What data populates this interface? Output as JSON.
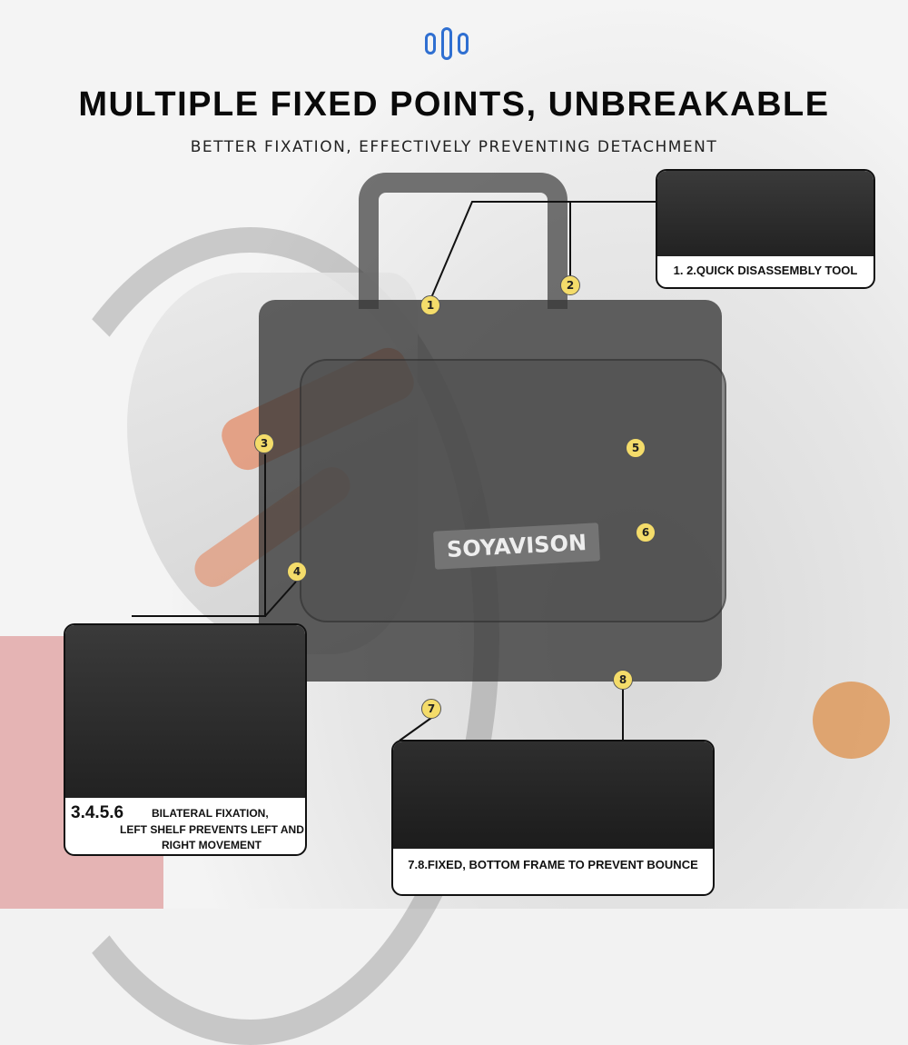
{
  "header": {
    "title": "MULTIPLE FIXED POINTS, UNBREAKABLE",
    "subtitle": "BETTER FIXATION, EFFECTIVELY PREVENTING DETACHMENT"
  },
  "product": {
    "brand_label": "SOYAVISON"
  },
  "markers": [
    "1",
    "2",
    "3",
    "4",
    "5",
    "6",
    "7",
    "8"
  ],
  "callouts": {
    "quick_disassembly": "1. 2.QUICK DISASSEMBLY TOOL",
    "bilateral_number": "3.4.5.6",
    "bilateral_line1": "BILATERAL FIXATION,",
    "bilateral_line2": "LEFT SHELF PREVENTS LEFT AND",
    "bilateral_line3": "RIGHT MOVEMENT",
    "bottom_frame": "7.8.FIXED, BOTTOM FRAME TO PREVENT BOUNCE"
  },
  "colors": {
    "accent": "#2f6fd1",
    "marker": "#f4dc6a"
  }
}
